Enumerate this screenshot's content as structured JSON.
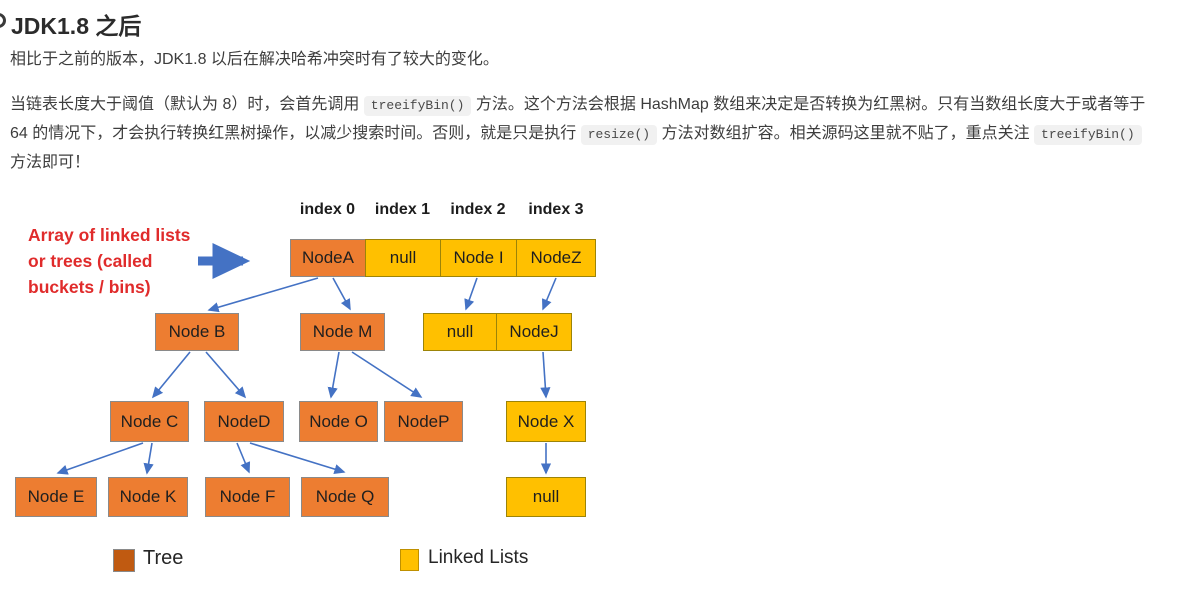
{
  "page": {
    "heading": "JDK1.8 之后",
    "paragraph1": "相比于之前的版本，JDK1.8 以后在解决哈希冲突时有了较大的变化。",
    "paragraph2": {
      "part1": "当链表长度大于阈值（默认为 8）时，会首先调用 ",
      "code1": "treeifyBin()",
      "part2": " 方法。这个方法会根据 HashMap 数组来决定是否转换为红黑树。只有当数组长度大于或者等于 64 的情况下，才会执行转换红黑树操作，以减少搜索时间。否则，就是只是执行 ",
      "code2": "resize()",
      "part3": " 方法对数组扩容。相关源码这里就不贴了，重点关注 ",
      "code3": "treeifyBin()",
      "part4": " 方法即可！"
    }
  },
  "diagram": {
    "index_labels": [
      "index 0",
      "index 1",
      "index 2",
      "index 3"
    ],
    "annotation_lines": [
      "Array of linked lists",
      "or trees (called",
      "buckets / bins)"
    ],
    "nodes": [
      {
        "label": "NodeA",
        "type": "tree"
      },
      {
        "label": "null",
        "type": "linked"
      },
      {
        "label": "Node I",
        "type": "linked"
      },
      {
        "label": "NodeZ",
        "type": "linked"
      },
      {
        "label": "Node B",
        "type": "tree"
      },
      {
        "label": "Node M",
        "type": "tree"
      },
      {
        "label": "null",
        "type": "linked"
      },
      {
        "label": "NodeJ",
        "type": "linked"
      },
      {
        "label": "Node C",
        "type": "tree"
      },
      {
        "label": "NodeD",
        "type": "tree"
      },
      {
        "label": "Node O",
        "type": "tree"
      },
      {
        "label": "NodeP",
        "type": "tree"
      },
      {
        "label": "Node X",
        "type": "linked"
      },
      {
        "label": "Node E",
        "type": "tree"
      },
      {
        "label": "Node K",
        "type": "tree"
      },
      {
        "label": "Node F",
        "type": "tree"
      },
      {
        "label": "Node Q",
        "type": "tree"
      },
      {
        "label": "null",
        "type": "linked"
      }
    ],
    "legend": [
      {
        "label": "Tree",
        "color": "#C05A11"
      },
      {
        "label": "Linked Lists",
        "color": "#FFC000"
      }
    ],
    "colors": {
      "tree_node": "#ED7D31",
      "linked_node": "#FFC000",
      "arrow": "#4472C4",
      "annotation_text": "#E02B2B"
    }
  }
}
